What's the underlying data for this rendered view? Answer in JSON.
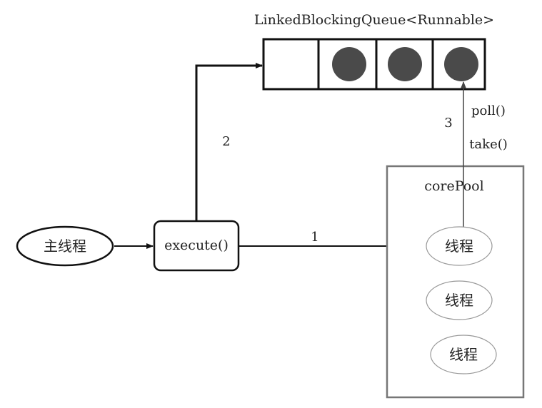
{
  "queue": {
    "title": "LinkedBlockingQueue<Runnable>",
    "slots": [
      "empty",
      "filled",
      "filled",
      "filled"
    ]
  },
  "main_thread": {
    "label": "主线程"
  },
  "execute": {
    "label": "execute()"
  },
  "core_pool": {
    "title": "corePool",
    "threads": [
      "线程",
      "线程",
      "线程"
    ]
  },
  "steps": {
    "one": "1",
    "two": "2",
    "three": "3"
  },
  "methods": {
    "poll": "poll()",
    "take": "take()"
  }
}
